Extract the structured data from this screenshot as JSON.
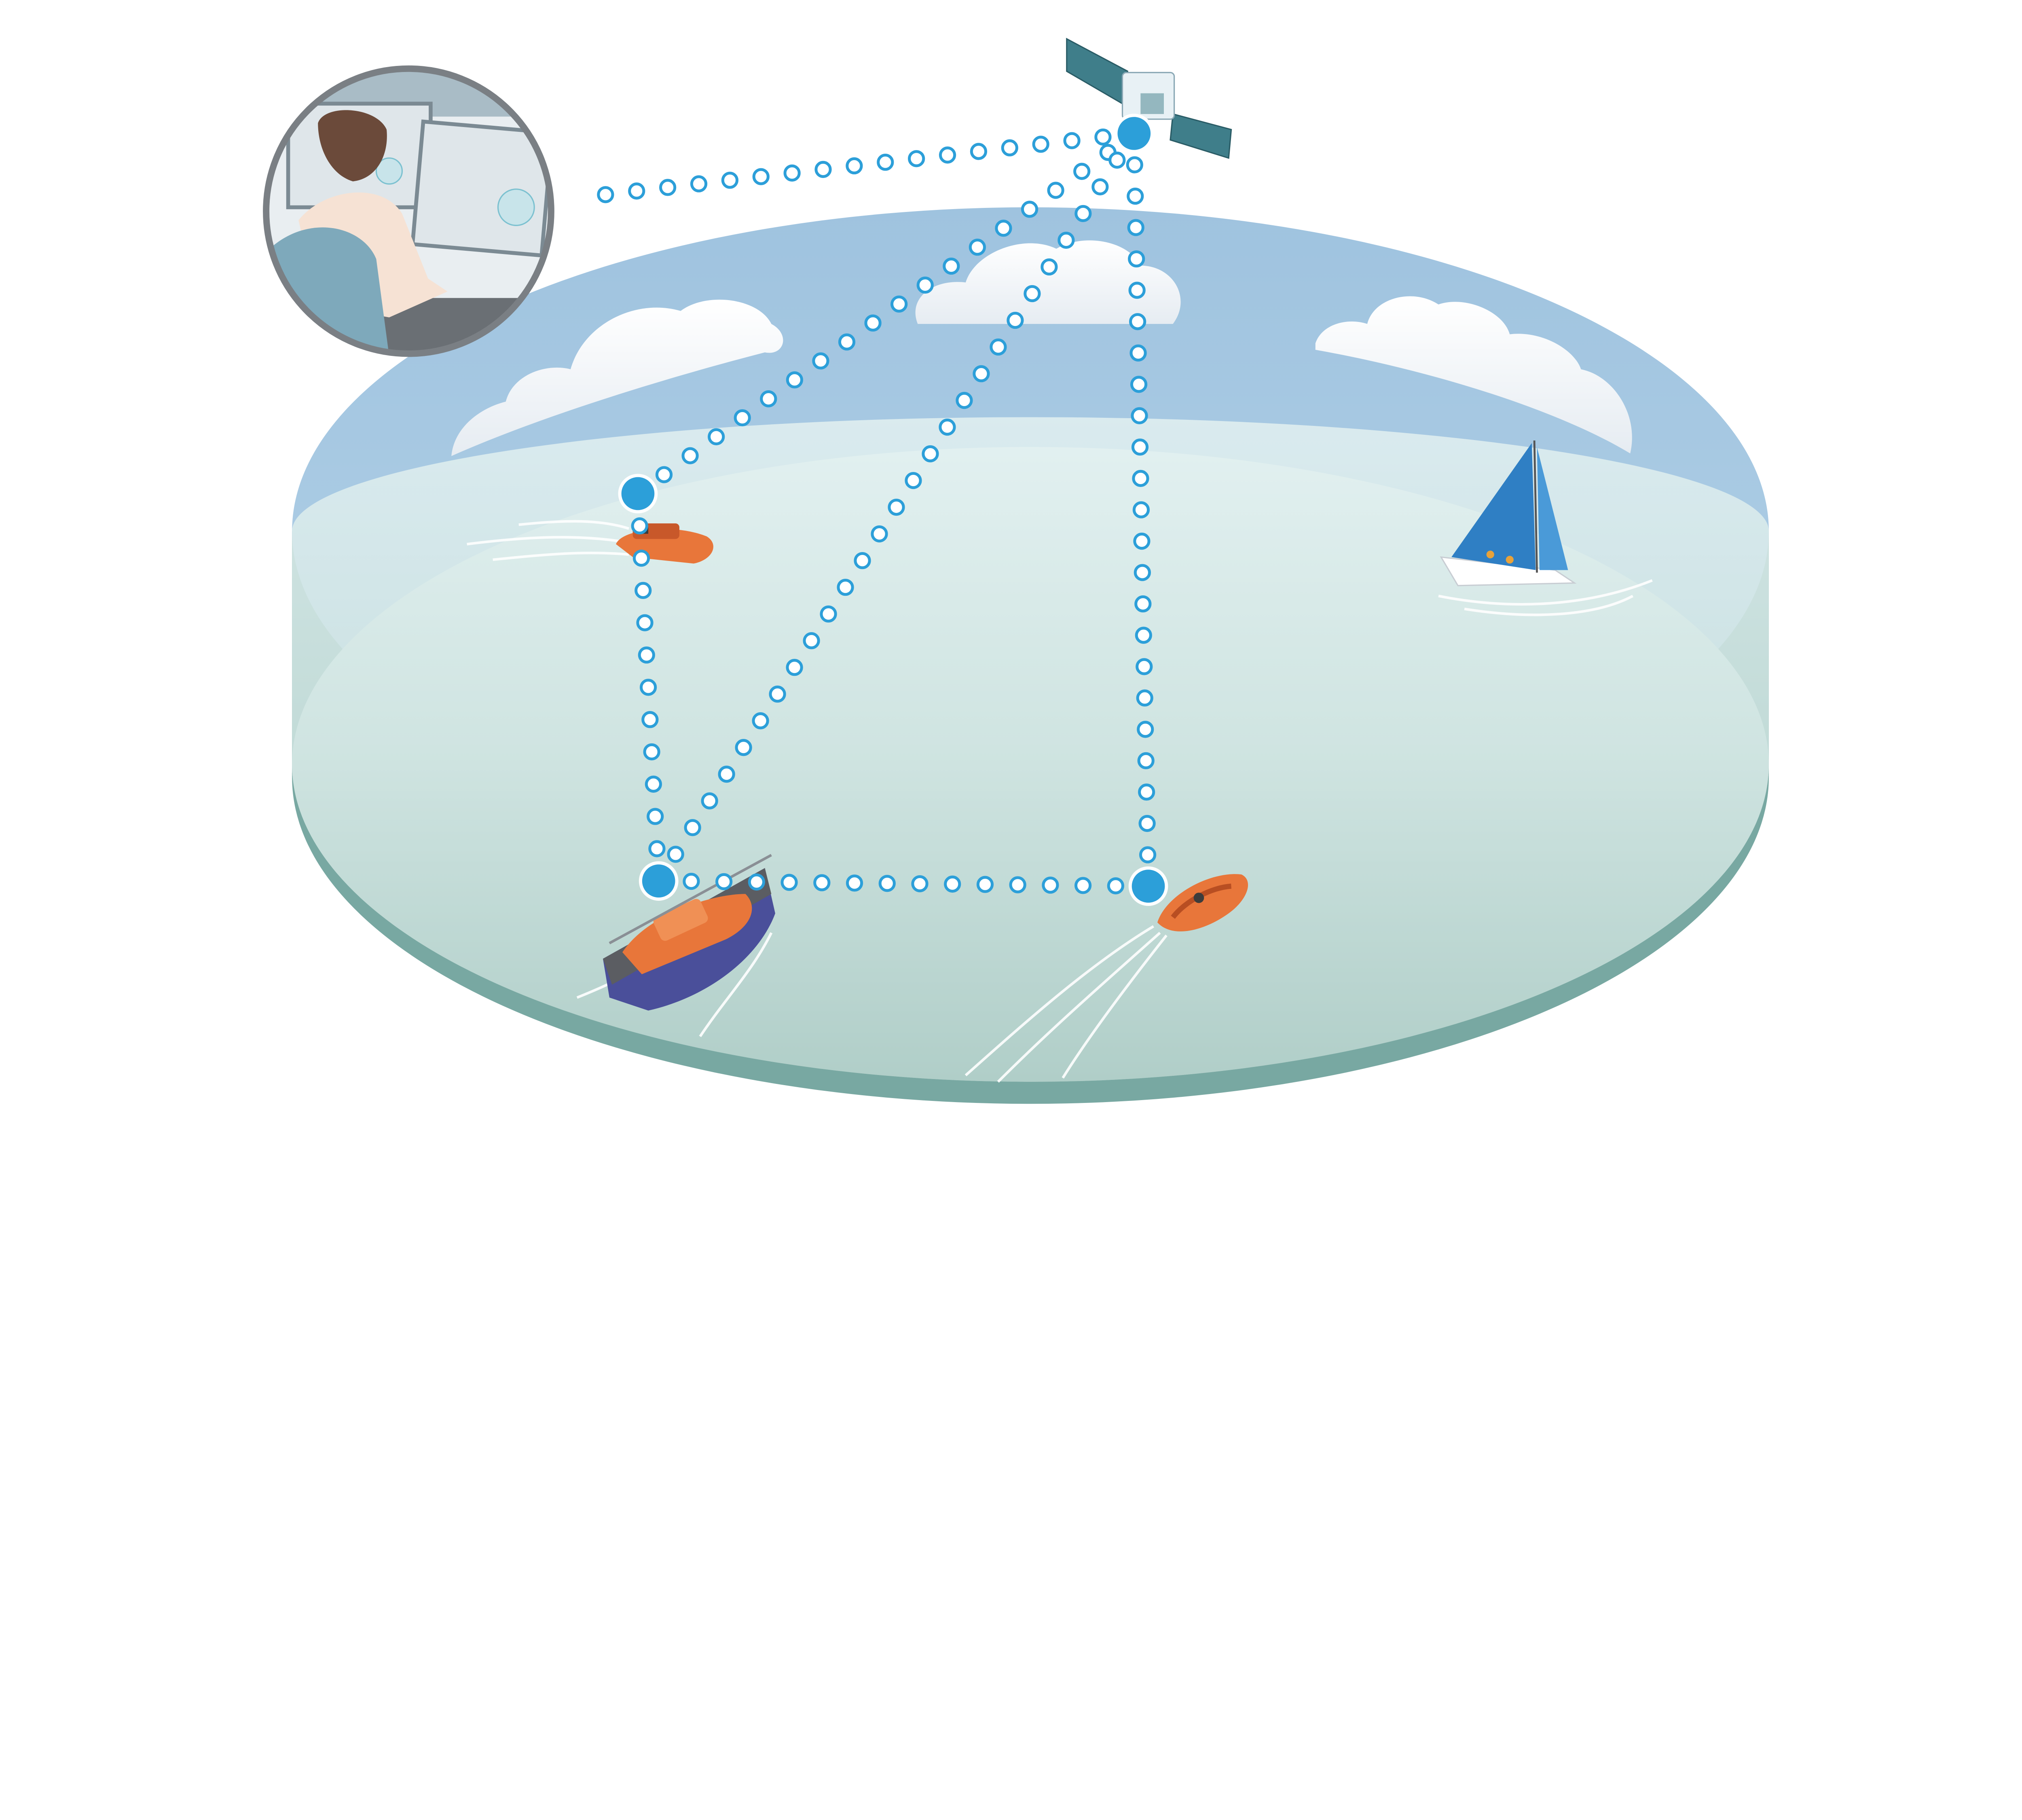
{
  "colors": {
    "link": "#2c9fd9",
    "node": "#2c9fd9",
    "sky": "#a6c8e2",
    "sea_top": "#dcecea",
    "sea_bottom": "#b3d0ca",
    "rim": "#78a8a2",
    "boat": "#e8763a",
    "sail": "#2f7fc4"
  },
  "nodes": [
    "control-center",
    "satellite",
    "rescue-boat-small",
    "lifeboat",
    "rescue-dinghy"
  ],
  "links": [
    [
      "control-center",
      "satellite"
    ],
    [
      "satellite",
      "rescue-boat-small"
    ],
    [
      "satellite",
      "lifeboat"
    ],
    [
      "satellite",
      "rescue-dinghy"
    ],
    [
      "rescue-boat-small",
      "lifeboat"
    ],
    [
      "lifeboat",
      "rescue-dinghy"
    ]
  ]
}
